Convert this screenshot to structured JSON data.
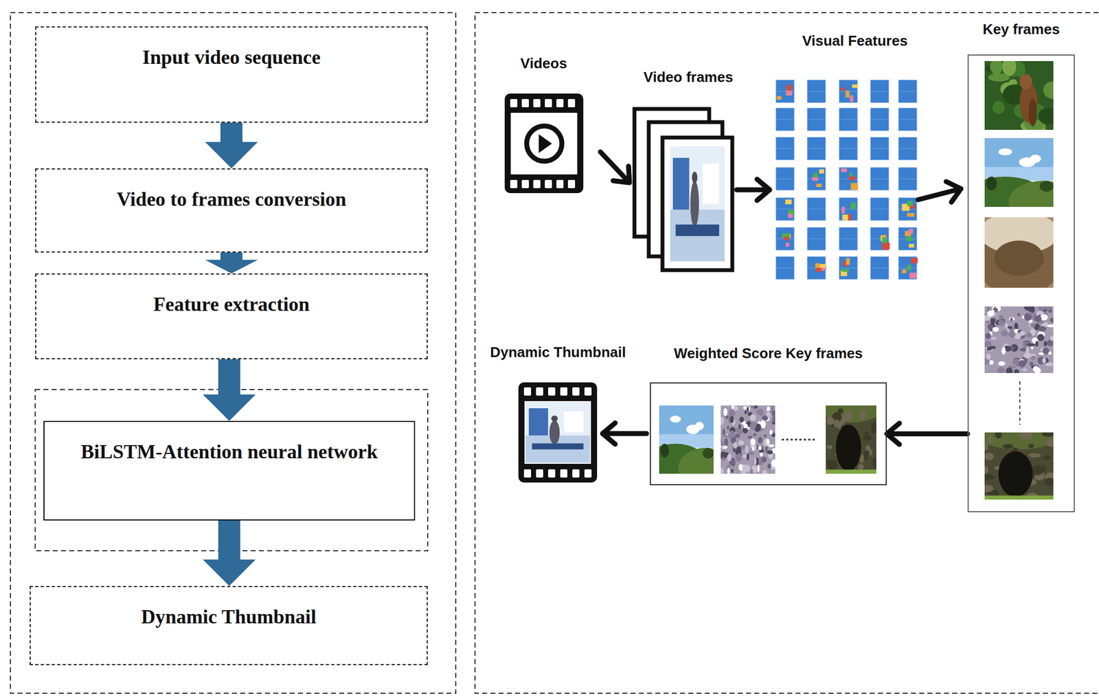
{
  "diagram": {
    "nodes": [
      {
        "text": [
          "Input video sequence"
        ]
      },
      {
        "text": [
          "Video to frames conversion"
        ]
      },
      {
        "text": [
          "Feature extraction"
        ]
      },
      {
        "text": [
          "BiLSTM-Attention neural network"
        ]
      },
      {
        "text": [
          "Dynamic Thumbnail"
        ]
      },
      {
        "text": [
          "Key frames"
        ]
      },
      {
        "text": [
          "Weighted Score Key frames"
        ]
      }
    ],
    "edges": [
      {
        "from": 0,
        "to": 1,
        "arrow": "to"
      },
      {
        "from": 1,
        "to": 2,
        "arrow": "to"
      },
      {
        "from": 2,
        "to": 3,
        "arrow": "to"
      },
      {
        "from": 3,
        "to": 4,
        "arrow": "to"
      },
      {
        "from": 5,
        "to": 6,
        "arrow": "to"
      }
    ],
    "labels": [
      "Videos",
      "Video frames",
      "Visual Features",
      "Dynamic Thumbnail"
    ]
  }
}
